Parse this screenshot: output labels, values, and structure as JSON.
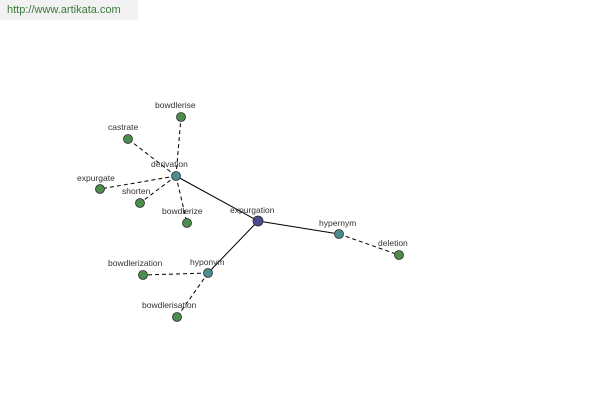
{
  "header": {
    "url": "http://www.artikata.com"
  },
  "colors": {
    "center": "#4a4a8c",
    "relation": "#4c8c8c",
    "term": "#4c8c4c"
  },
  "graph": {
    "nodes": [
      {
        "id": "expurgation",
        "label": "expurgation",
        "kind": "center"
      },
      {
        "id": "derivation",
        "label": "derivation",
        "kind": "relation"
      },
      {
        "id": "hypernym",
        "label": "hypernym",
        "kind": "relation"
      },
      {
        "id": "hyponym",
        "label": "hyponym",
        "kind": "relation"
      },
      {
        "id": "bowdlerise",
        "label": "bowdlerise",
        "kind": "term"
      },
      {
        "id": "castrate",
        "label": "castrate",
        "kind": "term"
      },
      {
        "id": "expurgate",
        "label": "expurgate",
        "kind": "term"
      },
      {
        "id": "shorten",
        "label": "shorten",
        "kind": "term"
      },
      {
        "id": "bowdlerize",
        "label": "bowdlerize",
        "kind": "term"
      },
      {
        "id": "deletion",
        "label": "deletion",
        "kind": "term"
      },
      {
        "id": "bowdlerization",
        "label": "bowdlerization",
        "kind": "term"
      },
      {
        "id": "bowdlerisation",
        "label": "bowdlerisation",
        "kind": "term"
      }
    ],
    "edges": [
      {
        "from": "expurgation",
        "to": "derivation",
        "style": "solid"
      },
      {
        "from": "expurgation",
        "to": "hypernym",
        "style": "solid"
      },
      {
        "from": "expurgation",
        "to": "hyponym",
        "style": "solid"
      },
      {
        "from": "derivation",
        "to": "bowdlerise",
        "style": "dashed"
      },
      {
        "from": "derivation",
        "to": "castrate",
        "style": "dashed"
      },
      {
        "from": "derivation",
        "to": "expurgate",
        "style": "dashed"
      },
      {
        "from": "derivation",
        "to": "shorten",
        "style": "dashed"
      },
      {
        "from": "derivation",
        "to": "bowdlerize",
        "style": "dashed"
      },
      {
        "from": "hypernym",
        "to": "deletion",
        "style": "dashed"
      },
      {
        "from": "hyponym",
        "to": "bowdlerization",
        "style": "dashed"
      },
      {
        "from": "hyponym",
        "to": "bowdlerisation",
        "style": "dashed"
      }
    ]
  }
}
